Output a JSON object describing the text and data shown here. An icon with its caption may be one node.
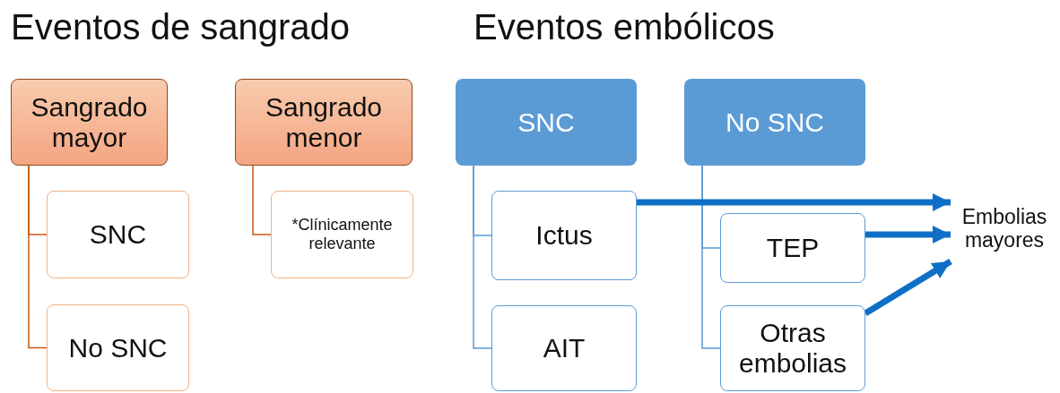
{
  "diagram": {
    "nodes": [
      {
        "text": [
          "Sangrado mayor"
        ]
      },
      {
        "text": [
          "SNC"
        ]
      },
      {
        "text": [
          "No SNC"
        ]
      },
      {
        "text": [
          "Sangrado menor"
        ]
      },
      {
        "text": [
          "*Clínicamente relevante"
        ]
      },
      {
        "text": [
          "SNC"
        ]
      },
      {
        "text": [
          "Ictus"
        ]
      },
      {
        "text": [
          "AIT"
        ]
      },
      {
        "text": [
          "No SNC"
        ]
      },
      {
        "text": [
          "TEP"
        ]
      },
      {
        "text": [
          "Otras embolias"
        ]
      },
      {
        "text": [
          "Embolias mayores"
        ]
      }
    ],
    "edges": [
      {
        "from": 0,
        "to": 1,
        "arrow": "none",
        "color": "#c55a11"
      },
      {
        "from": 0,
        "to": 2,
        "arrow": "none",
        "color": "#c55a11"
      },
      {
        "from": 3,
        "to": 4,
        "arrow": "none",
        "color": "#c55a11"
      },
      {
        "from": 5,
        "to": 6,
        "arrow": "none",
        "color": "#5b9bd5"
      },
      {
        "from": 5,
        "to": 7,
        "arrow": "none",
        "color": "#5b9bd5"
      },
      {
        "from": 8,
        "to": 9,
        "arrow": "none",
        "color": "#5b9bd5"
      },
      {
        "from": 8,
        "to": 10,
        "arrow": "none",
        "color": "#5b9bd5"
      },
      {
        "from": 6,
        "to": 11,
        "arrow": "to",
        "style": "thick",
        "color": "#0f6fc6"
      },
      {
        "from": 9,
        "to": 11,
        "arrow": "to",
        "style": "thick",
        "color": "#0f6fc6"
      },
      {
        "from": 10,
        "to": 11,
        "arrow": "to",
        "style": "thick",
        "color": "#0f6fc6"
      }
    ],
    "labels": [
      "Eventos de sangrado",
      "Eventos embólicos"
    ]
  }
}
